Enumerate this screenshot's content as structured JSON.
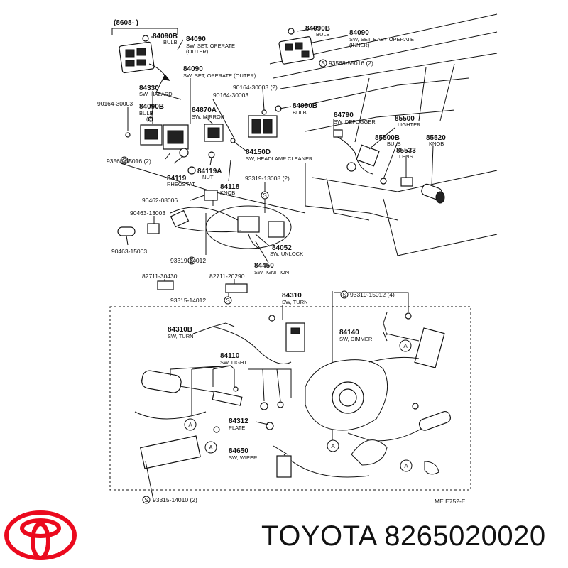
{
  "header": {
    "range_label": "(8608-          )"
  },
  "parts": [
    {
      "pn": "84090B",
      "desc": "BULB"
    },
    {
      "pn": "84090",
      "desc": "SW, SET, OPERATE",
      "desc2": "(OUTER)"
    },
    {
      "pn": "84090B",
      "desc": "BULB"
    },
    {
      "pn": "84090",
      "desc": "SW, SET, EASY  OPERATE",
      "desc2": "(INNER)"
    },
    {
      "pn": "93568-55016 (2)"
    },
    {
      "pn": "84090",
      "desc": "SW, SET, OPERATE (OUTER)"
    },
    {
      "pn": "84330",
      "desc": "SW, HAZARD"
    },
    {
      "pn": "90164-30003 (2)"
    },
    {
      "pn": "90164-30003"
    },
    {
      "pn": "90164-30003"
    },
    {
      "pn": "84090B",
      "desc": "BULB",
      "desc2": "(2)"
    },
    {
      "pn": "84870A",
      "desc": "SW, MIRROR"
    },
    {
      "pn": "84090B",
      "desc": "BULB"
    },
    {
      "pn": "84790",
      "desc": "SW, DEFOGGER"
    },
    {
      "pn": "85500",
      "desc": "LIGHTER"
    },
    {
      "pn": "85500B",
      "desc": "BULB"
    },
    {
      "pn": "85520",
      "desc": "KNOB"
    },
    {
      "pn": "85533",
      "desc": "LENS"
    },
    {
      "pn": "84150D",
      "desc": "SW, HEADLAMP CLEANER"
    },
    {
      "pn": "93568-55016 (2)"
    },
    {
      "pn": "84119A",
      "desc": "NUT"
    },
    {
      "pn": "84119",
      "desc": "RHEOSTAT"
    },
    {
      "pn": "93319-13008 (2)"
    },
    {
      "pn": "84118",
      "desc": "KNOB"
    },
    {
      "pn": "90462-08006"
    },
    {
      "pn": "90463-13003"
    },
    {
      "pn": "90463-15003"
    },
    {
      "pn": "93319-14012"
    },
    {
      "pn": "84052",
      "desc": "SW, UNLOCK"
    },
    {
      "pn": "84450",
      "desc": "SW, IGNITION"
    },
    {
      "pn": "82711-30430"
    },
    {
      "pn": "82711-20290"
    },
    {
      "pn": "93315-14012"
    },
    {
      "pn": "84310",
      "desc": "SW, TURN"
    },
    {
      "pn": "93319-15012 (4)"
    },
    {
      "pn": "84310B",
      "desc": "SW, TURN"
    },
    {
      "pn": "84140",
      "desc": "SW, DIMMER"
    },
    {
      "pn": "84110",
      "desc": "SW, LIGHT"
    },
    {
      "pn": "84312",
      "desc": "PLATE"
    },
    {
      "pn": "84650",
      "desc": "SW, WIPER"
    },
    {
      "pn": "93315-14010 (2)"
    }
  ],
  "callout_letter": "A",
  "footer_code": "ME  E752-E",
  "brand": {
    "name": "TOYOTA",
    "part_number": "8265020020",
    "logo_color": "#eb0a1e"
  }
}
